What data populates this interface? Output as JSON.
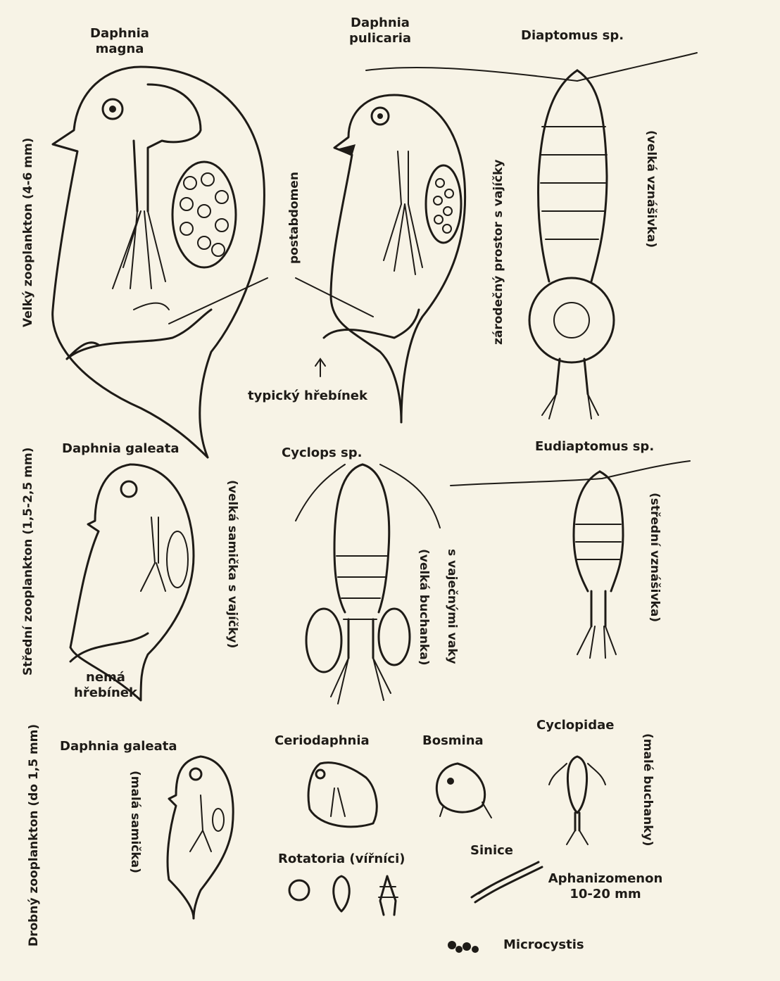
{
  "groups": {
    "large": "Velký zooplankton (4-6 mm)",
    "medium": "Střední zooplankton (1,5-2,5 mm)",
    "small": "Drobný zooplankton (do 1,5 mm)"
  },
  "organisms": {
    "daphnia_magna": "Daphnia\nmagna",
    "daphnia_pulicaria": "Daphnia\npulicaria",
    "diaptomus": "Diaptomus sp.",
    "daphnia_galeata_medium": "Daphnia galeata",
    "cyclops": "Cyclops sp.",
    "eudiaptomus": "Eudiaptomus sp.",
    "daphnia_galeata_small": "Daphnia galeata",
    "ceriodaphnia": "Ceriodaphnia",
    "bosmina": "Bosmina",
    "cyclopidae": "Cyclopidae",
    "rotatoria": "Rotatoria (vířníci)",
    "sinice": "Sinice",
    "aphanizomenon": "Aphanizomenon\n10-20 mm",
    "microcystis": "Microcystis"
  },
  "annotations": {
    "postabdomen": "postabdomen",
    "typicky_hrebinek": "typický hřebínek",
    "zarodecny_prostor": "zárodečný prostor s vajíčky",
    "velka_vznasivka": "(velká vznášivka)",
    "velka_samicka": "(velká samička s vajíčky)",
    "nema_hrebinek": "nemá\nhřebínek",
    "velka_buchanka": "(velká buchanka)",
    "s_vajecnymi_vaky": "s vaječnými vaky",
    "stredni_vznasivka": "(střední vznášivka)",
    "mala_samicka": "(malá samička)",
    "male_buchanky": "(malé buchanky)"
  }
}
